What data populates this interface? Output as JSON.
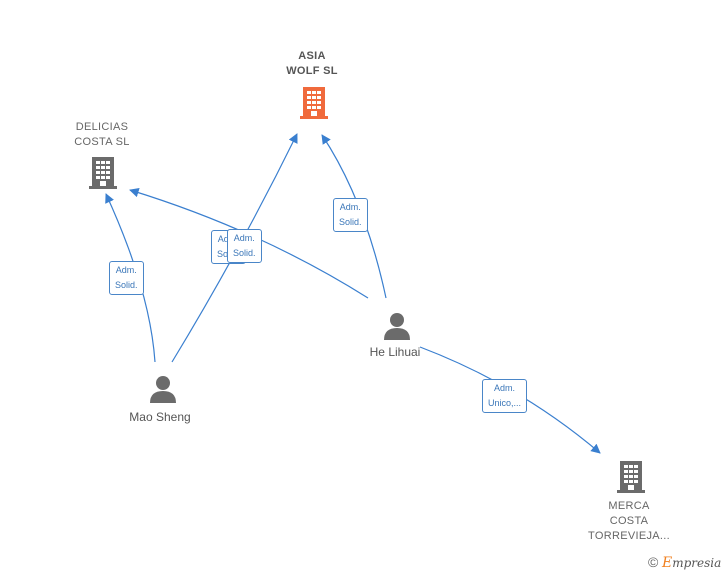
{
  "nodes": {
    "asia_wolf": {
      "lines": [
        "ASIA",
        "WOLF  SL"
      ],
      "type": "company",
      "color": "#f06a3c"
    },
    "delicias": {
      "lines": [
        "DELICIAS",
        "COSTA  SL"
      ],
      "type": "company",
      "color": "#666666"
    },
    "merca": {
      "lines": [
        "MERCA",
        "COSTA",
        "TORREVIEJA..."
      ],
      "type": "company",
      "color": "#666666"
    },
    "he_lihuai": {
      "name": "He Lihuai",
      "type": "person",
      "color": "#666666"
    },
    "mao_sheng": {
      "name": "Mao Sheng",
      "type": "person",
      "color": "#666666"
    }
  },
  "edges": {
    "mao_to_delicias": {
      "line1": "Adm.",
      "line2": "Solid."
    },
    "he_to_delicias": {
      "line1": "Adm.",
      "line2": "Solid."
    },
    "mao_to_asia": {
      "line1": "Adm.",
      "line2": "Solid."
    },
    "he_to_asia": {
      "line1": "Adm.",
      "line2": "Solid."
    },
    "he_to_merca": {
      "line1": "Adm.",
      "line2": "Unico,..."
    }
  },
  "colors": {
    "edge": "#3a7fcf",
    "accent": "#f06a3c"
  },
  "watermark": {
    "copyright": "©",
    "e": "E",
    "brand": "mpresia"
  }
}
